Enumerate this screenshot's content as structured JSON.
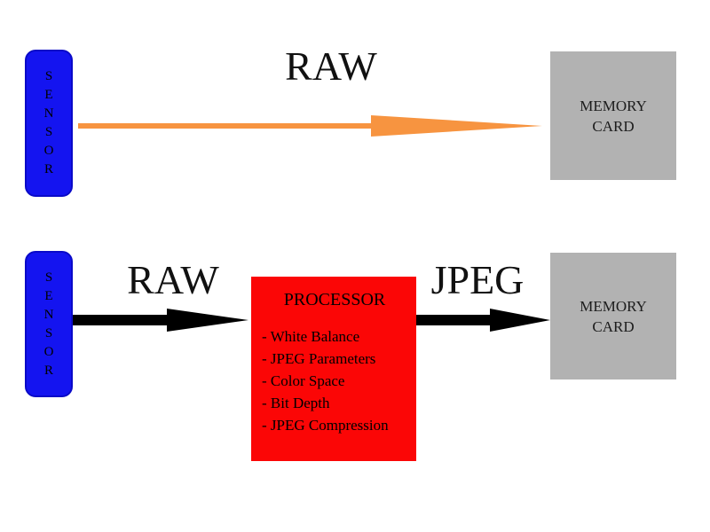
{
  "canvas": {
    "background": "#ffffff"
  },
  "colors": {
    "sensor_fill": "#1414f0",
    "sensor_border": "#0a0ac8",
    "processor_fill": "#fb0606",
    "memory_fill": "#b2b2b2",
    "raw_arrow": "#f79440",
    "black_arrow": "#000000",
    "text": "#111111"
  },
  "top_flow": {
    "sensor_label": "SENSOR",
    "arrow_label": "RAW",
    "memory_line1": "MEMORY",
    "memory_line2": "CARD"
  },
  "bottom_flow": {
    "sensor_label": "SENSOR",
    "raw_label": "RAW",
    "jpeg_label": "JPEG",
    "processor_title": "PROCESSOR",
    "processor_items": [
      "- White Balance",
      "- JPEG Parameters",
      "- Color Space",
      "- Bit Depth",
      "- JPEG Compression"
    ],
    "memory_line1": "MEMORY",
    "memory_line2": "CARD"
  }
}
